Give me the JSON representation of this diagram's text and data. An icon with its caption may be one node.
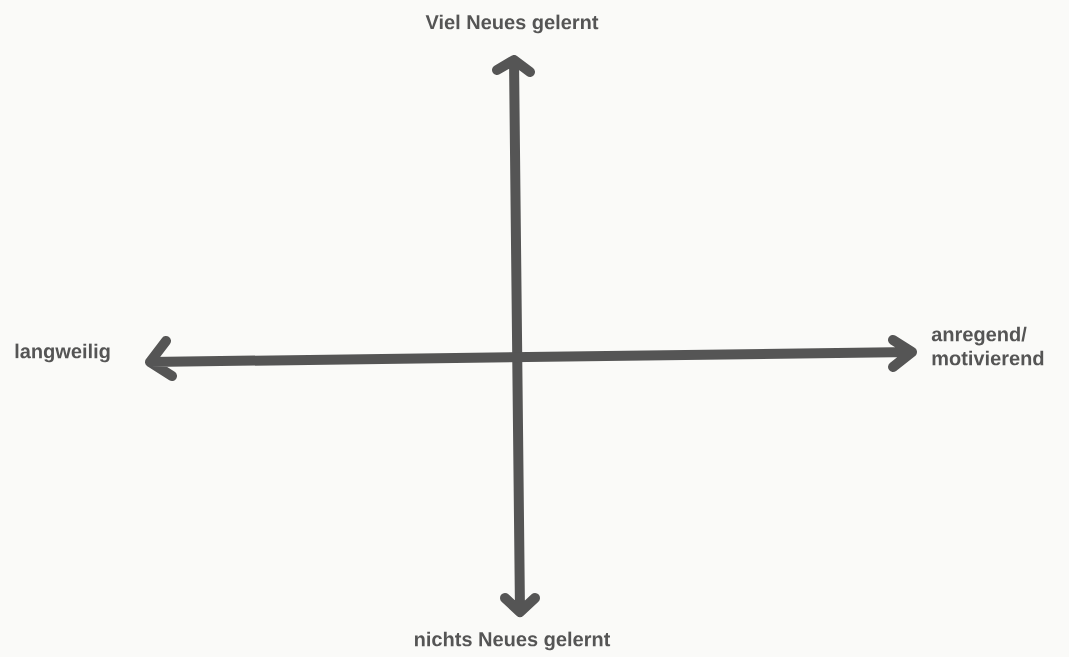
{
  "diagram": {
    "labels": [
      "Viel Neues gelernt",
      "langweilig",
      "anregend/ motivierend",
      "nichts Neues gelernt"
    ]
  }
}
